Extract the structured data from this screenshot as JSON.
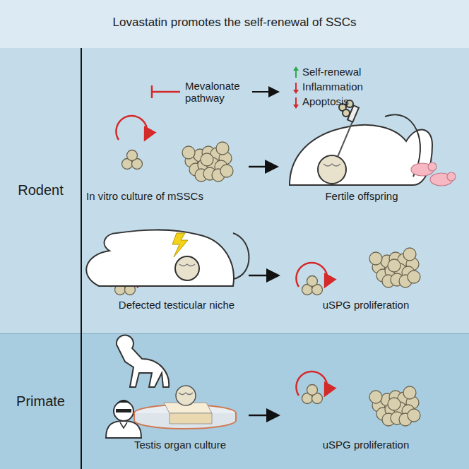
{
  "diagram": {
    "title": "Lovastatin promotes the self-renewal of SSCs",
    "nodes": [
      {
        "text": [
          "Rodent"
        ]
      },
      {
        "text": [
          "Primate"
        ]
      }
    ],
    "labels": [
      "Mevalonate pathway",
      "Self-renewal",
      "Inflammation",
      "Apoptosis",
      "In vitro culture of mSSCs",
      "Fertile offspring",
      "Defected testicular niche",
      "uSPG proliferation",
      "Testis organ culture",
      "uSPG proliferation"
    ]
  }
}
